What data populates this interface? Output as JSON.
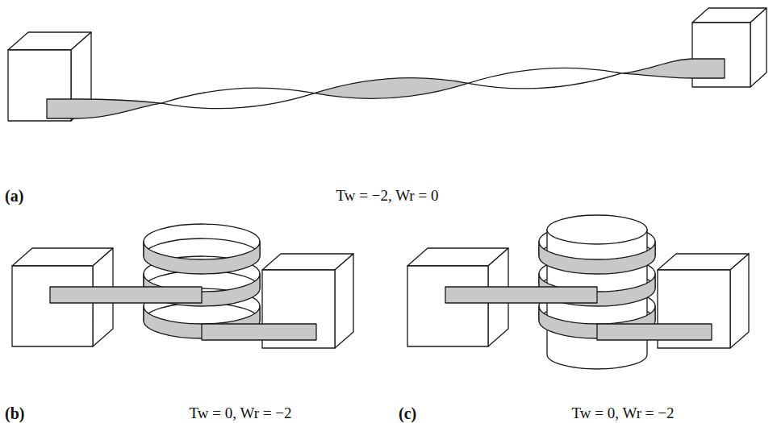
{
  "diagram": {
    "labels": [
      "(a)",
      "Tw = −2, Wr = 0",
      "(b)",
      "Tw = 0, Wr = −2",
      "(c)",
      "Tw = 0, Wr = −2"
    ]
  }
}
